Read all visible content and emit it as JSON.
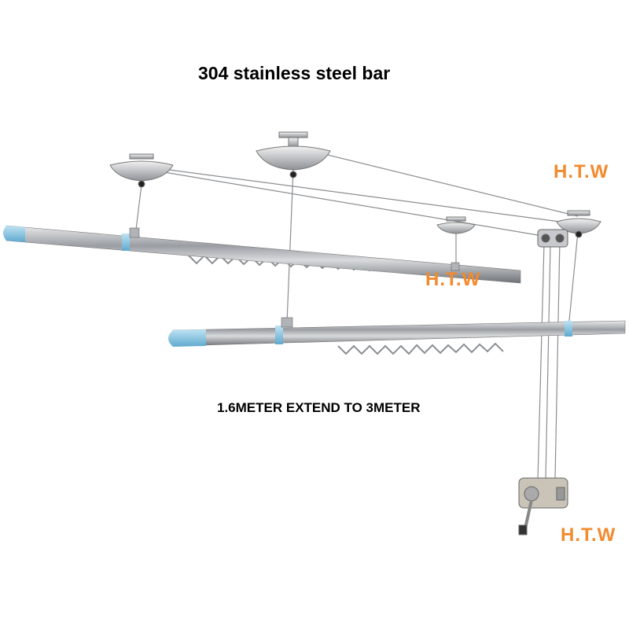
{
  "title": "304 stainless steel bar",
  "watermarks": [
    "H.T.W",
    "H.T.W",
    "H.T.W"
  ],
  "length_note": "1.6METER EXTEND TO 3METER",
  "colors": {
    "watermark": "#f28a2e",
    "cap": "#8fcbe6",
    "steel": "#b9bcc0"
  }
}
